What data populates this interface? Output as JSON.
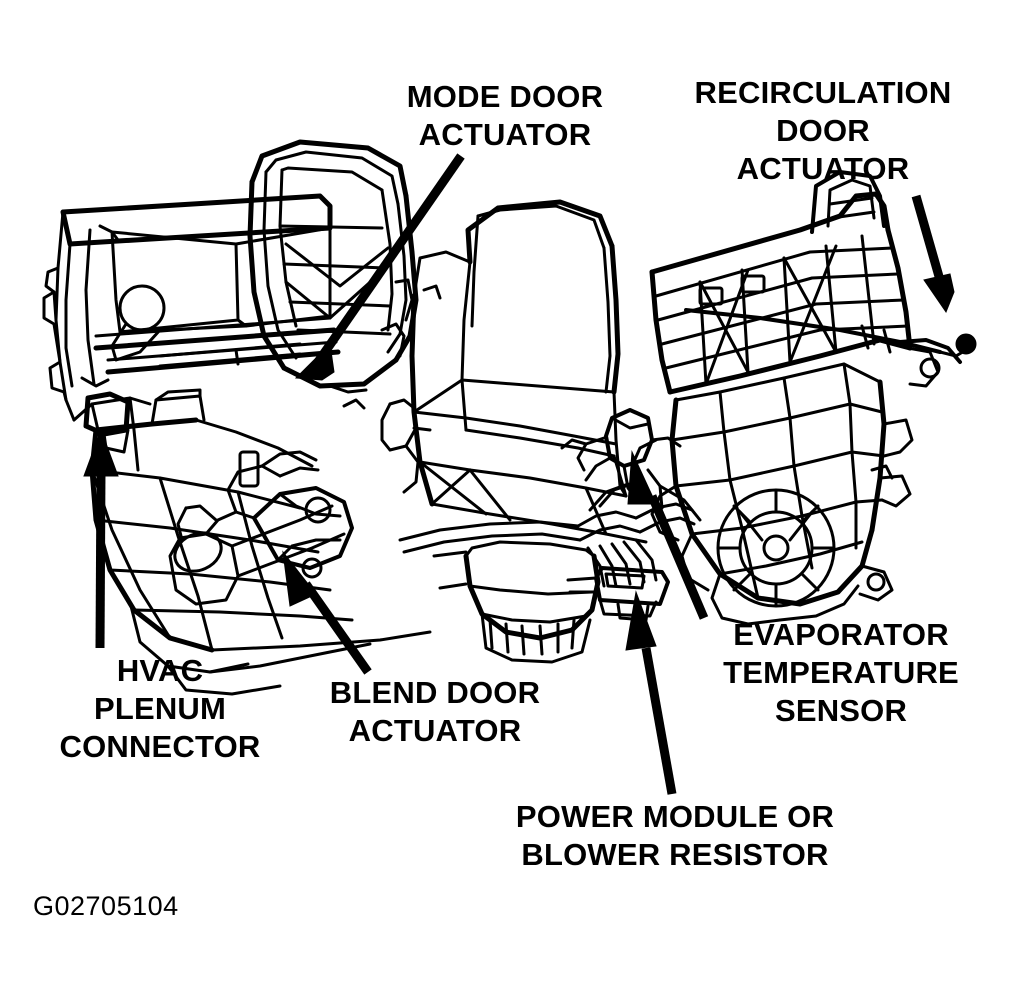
{
  "figure": {
    "id_code": "G02705104",
    "subject": "HVAC housing assembly exploded service illustration",
    "background_color": "#ffffff",
    "line_color": "#000000"
  },
  "callouts": [
    {
      "name": "mode-door-actuator",
      "lines": [
        "MODE DOOR",
        "ACTUATOR"
      ],
      "line1": "MODE DOOR",
      "line2": "ACTUATOR",
      "arrow_direction": "down-left"
    },
    {
      "name": "recirculation-door-actuator",
      "lines": [
        "RECIRCULATION",
        "DOOR",
        "ACTUATOR"
      ],
      "line1": "RECIRCULATION",
      "line2": "DOOR",
      "line3": "ACTUATOR",
      "arrow_direction": "down"
    },
    {
      "name": "hvac-plenum-connector",
      "lines": [
        "HVAC",
        "PLENUM",
        "CONNECTOR"
      ],
      "line1": "HVAC",
      "line2": "PLENUM",
      "line3": "CONNECTOR",
      "arrow_direction": "up"
    },
    {
      "name": "blend-door-actuator",
      "lines": [
        "BLEND DOOR",
        "ACTUATOR"
      ],
      "line1": "BLEND DOOR",
      "line2": "ACTUATOR",
      "arrow_direction": "up-left"
    },
    {
      "name": "evaporator-temperature-sensor",
      "lines": [
        "EVAPORATOR",
        "TEMPERATURE",
        "SENSOR"
      ],
      "line1": "EVAPORATOR",
      "line2": "TEMPERATURE",
      "line3": "SENSOR",
      "arrow_direction": "up-left"
    },
    {
      "name": "power-module-or-blower-resistor",
      "lines": [
        "POWER MODULE OR",
        "BLOWER RESISTOR"
      ],
      "line1": "POWER MODULE OR",
      "line2": "BLOWER RESISTOR",
      "arrow_direction": "up-left"
    }
  ]
}
